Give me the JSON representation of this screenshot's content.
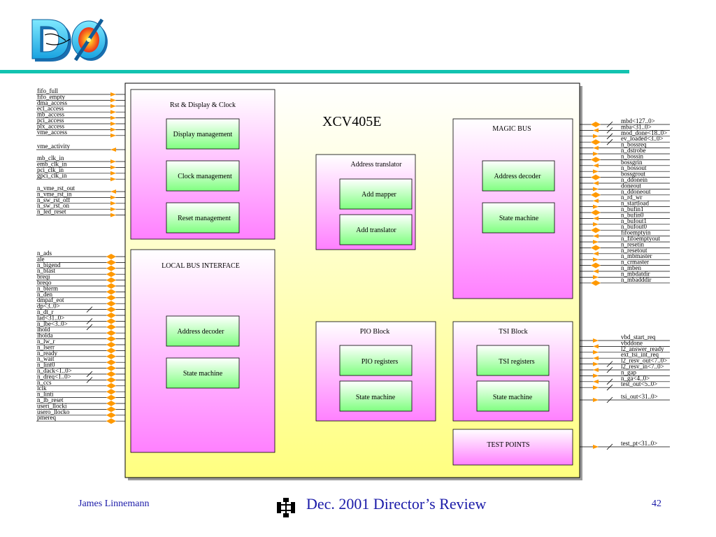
{
  "logo": {
    "text": "DØ",
    "icon": "d0-experiment-logo-icon"
  },
  "chip": {
    "title": "XCV405E"
  },
  "blocks": {
    "rst_display_clock": {
      "title": "Rst & Display & Clock",
      "items": [
        "Display management",
        "Clock management",
        "Reset management"
      ]
    },
    "local_bus": {
      "title": "LOCAL BUS INTERFACE",
      "items": [
        "Address decoder",
        "State machine"
      ]
    },
    "address_translator": {
      "title": "Address translator",
      "items": [
        "Add mapper",
        "Add translator"
      ]
    },
    "magic_bus": {
      "title": "MAGIC BUS",
      "items": [
        "Address decoder",
        "State machine"
      ]
    },
    "pio_block": {
      "title": "PIO Block",
      "items": [
        "PIO registers",
        "State machine"
      ]
    },
    "tsi_block": {
      "title": "TSI Block",
      "items": [
        "TSI registers",
        "State machine"
      ]
    },
    "test_points": {
      "title": "TEST POINTS"
    }
  },
  "left_signals": {
    "group1": [
      "fifo_full",
      "fifo_empty",
      "dma_access",
      "ecl_access",
      "mb_access",
      "pci_access",
      "plx_access",
      "vme_access"
    ],
    "single": [
      "vme_activity"
    ],
    "group2": [
      "mb_clk_in",
      "emb_clk_in",
      "pci_clk_in",
      "gpci_clk_in"
    ],
    "group3": [
      "n_vme_rst_out",
      "n_vme_rst_in",
      "n_sw_rst_off",
      "n_sw_rst_on",
      "n_led_reset"
    ],
    "group4": [
      "n_ads",
      "ale",
      "n_bigend",
      "n_blast",
      "breqi",
      "breqo",
      "n_bterm",
      "n_den",
      "dmpaf_eot",
      "dp<3..0>",
      "n_dt_r",
      "lad<31..0>",
      "n_lbe<3..0>",
      "lhold",
      "lholda",
      "n_lw_r",
      "n_lserr",
      "n_ready",
      "n_wait",
      "n_lint0",
      "n_dack<1..0>",
      "n_dreq<1..0>",
      "n_ccs",
      "lclk",
      "n_linti",
      "n_lb_reset",
      "useri_llocki",
      "usero_llocko",
      "pmereq"
    ]
  },
  "right_signals": {
    "group1": [
      "mbd<127..0>",
      "mba<31..0>",
      "mod_done<18..0>",
      "ev_loaded<3..0>",
      "n_bossreq",
      "n_dstrobe",
      "n_bossin",
      "bossgrin",
      "n_bossout",
      "bossgrout",
      "n_ddonein",
      "doneout",
      "n_ddoneout",
      "n_rd_wr",
      "n_startload",
      "n_bufin1",
      "n_bufin0",
      "n_bufout1",
      "n_bufout0",
      "fifoemptyin",
      "n_fifoemptyout",
      "n_resetin",
      "n_resetout",
      "n_mbmaster",
      "n_crmaster",
      "n_mben",
      "n_mbdatdir",
      "n_mbadddir"
    ],
    "group2": [
      "vbd_start_req",
      "vbddone",
      "l2_answer_ready",
      "ext_tsi_int_req",
      "l2_resv_out<7..0>",
      "l2_resv_in<7..0>",
      "n_gap",
      "n_ga<4..0>",
      "test_out<5..0>"
    ],
    "tsi_out": "tsi_out<31..0>",
    "test_pt": "test_pt<31..0>"
  },
  "footer": {
    "author": "James Linnemann",
    "title": "Dec. 2001 Director’s Review",
    "page": "42",
    "logo_icon": "fermilab-logo-icon"
  },
  "colors": {
    "rule": "#12c3b0",
    "footer_text": "#1a1aa8",
    "block_pink": "#ff80ff",
    "button_green": "#80ff80",
    "chip_yellow": "#ffff80",
    "connector_orange": "#ff9900"
  }
}
